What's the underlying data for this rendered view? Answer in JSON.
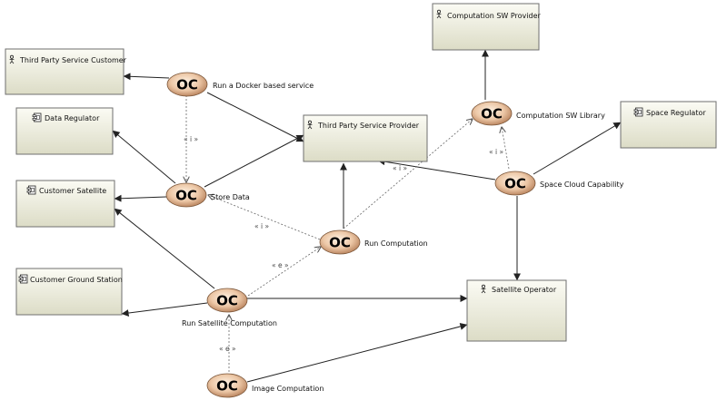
{
  "nodes": {
    "computation_sw_provider": {
      "label": "Computation SW Provider",
      "icon": "actor-icon"
    },
    "third_party_service_customer": {
      "label": "Third Party Service Customer",
      "icon": "actor-icon"
    },
    "third_party_service_provider": {
      "label": "Third Party Service Provider",
      "icon": "actor-icon"
    },
    "data_regulator": {
      "label": "Data Regulator",
      "icon": "component-icon"
    },
    "customer_satellite": {
      "label": "Customer Satellite",
      "icon": "component-icon"
    },
    "customer_ground_station": {
      "label": "Customer Ground Station",
      "icon": "component-icon"
    },
    "space_regulator": {
      "label": "Space Regulator",
      "icon": "component-icon"
    },
    "satellite_operator": {
      "label": "Satellite Operator",
      "icon": "actor-icon"
    }
  },
  "capabilities": {
    "oc_glyph": "OC",
    "run_docker": "Run a Docker based service",
    "store_data": "Store Data",
    "computation_sw_library": "Computation SW Library",
    "space_cloud": "Space Cloud Capability",
    "run_computation": "Run Computation",
    "run_satellite_computation": "Run Satellite Computation",
    "image_computation": "Image Computation"
  },
  "stereotypes": {
    "include": "« i »",
    "extend": "« e »"
  },
  "colors": {
    "box_top": "#fbfbf4",
    "box_bottom": "#dcdcc6",
    "oval_light": "#fff3e4",
    "oval_dark": "#c8906a",
    "line": "#222222"
  }
}
